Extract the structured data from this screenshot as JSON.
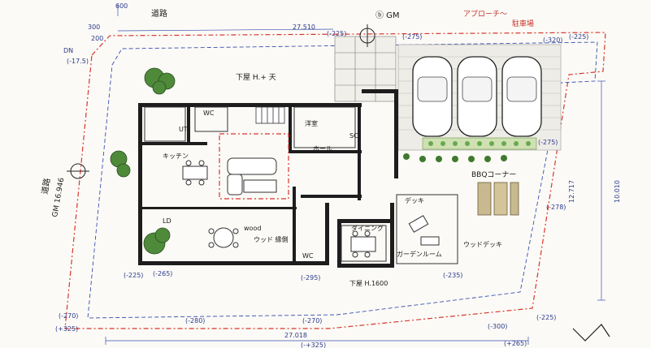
{
  "top": {
    "dim_top_1": "600",
    "dim_top_left": "300",
    "dim_top_left_2": "200",
    "label_road_1": "道路",
    "label_width_top": "27.510",
    "label_north_top": "ⓑ GM",
    "dim_p1": "(-225)",
    "dim_p2": "(-275)",
    "dim_p3": "(-320)"
  },
  "left": {
    "label_dn": "DN",
    "dim_l1": "(-17.5)",
    "label_road_left": "道路",
    "label_road_left_2": "GM 16.946",
    "dim_l2": "(-270)",
    "dim_l3": "(+325)"
  },
  "right": {
    "red_note_1": "アプローチ～",
    "red_note_2": "駐車場",
    "dim_r1": "(-225)",
    "dim_r2": "(-275)",
    "dim_vertical": "10.010",
    "dim_vertical_2": "12.717",
    "dim_r3": "(-278)",
    "dim_r4": "(-300)",
    "dim_r5": "(-225)",
    "label_bbq": "BBQコーナー",
    "label_deck": "ウッドデッキ"
  },
  "house": {
    "label_balcony_top": "下屋 H.+ 天",
    "label_ut": "UT",
    "label_wc1": "WC",
    "label_kitchen": "キッチン",
    "label_wood": "wood",
    "label_entry": "ホール",
    "label_sc": "SC",
    "label_room": "洋室",
    "label_dining": "ダイニング",
    "label_living": "LD",
    "label_wc2": "WC",
    "label_garden_room": "ガーデンルーム",
    "label_bottom_1": "下屋 H.1600",
    "label_mid_note": "ウッド 縁側",
    "label_deck2": "デッキ"
  },
  "bottom": {
    "dim_b1": "(-265)",
    "dim_b2": "(-280)",
    "dim_b3": "(-270)",
    "dim_b4": "(-235)",
    "dim_b5": "(-225)",
    "dim_b6": "(-295)",
    "label_width_bottom": "27.018",
    "dim_b7": "(-+325)",
    "dim_b8": "(+265)"
  }
}
